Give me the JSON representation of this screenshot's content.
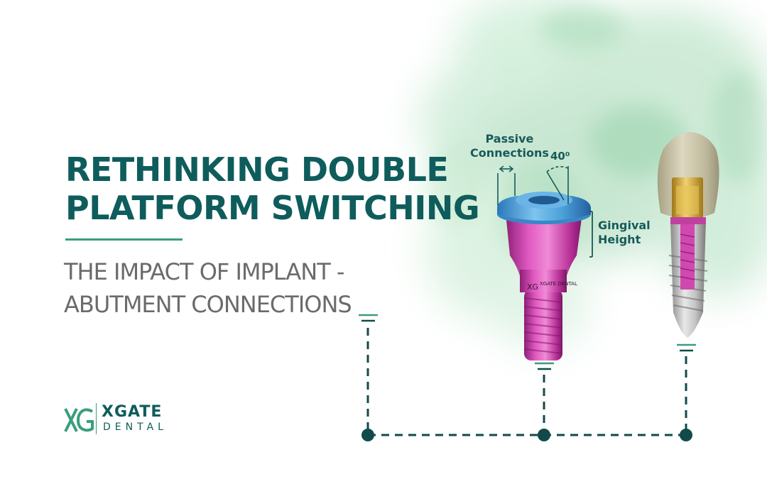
{
  "title": {
    "line1": "RETHINKING DOUBLE",
    "line2": "PLATFORM SWITCHING"
  },
  "subtitle": {
    "line1": "THE IMPACT OF IMPLANT -",
    "line2": "ABUTMENT CONNECTIONS"
  },
  "labels": {
    "passive_line1": "Passive",
    "passive_line2": "Connections",
    "angle": "40⁰",
    "gingival_line1": "Gingival",
    "gingival_line2": "Height"
  },
  "abutment": {
    "engraving_mark": "XG",
    "engraving_text": "XGATE DENTAL"
  },
  "logo": {
    "mark": "XG",
    "name": "XGATE",
    "tagline": "DENTAL"
  },
  "colors": {
    "brand_dark": "#0f5c5c",
    "brand_green": "#3a9e7c",
    "abutment_pink": "#c83aa8",
    "abutment_blue": "#4aa0d8",
    "crown": "#c8c3a8",
    "gold": "#d8b040",
    "smoke": "#a8dcb8"
  }
}
